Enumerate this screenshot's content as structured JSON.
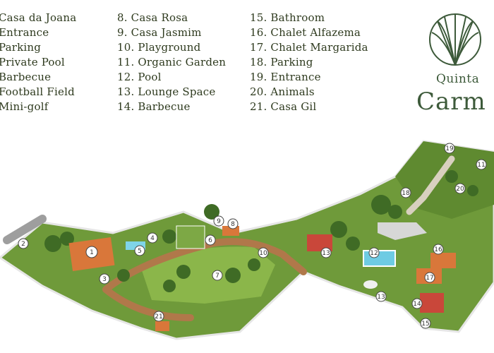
{
  "legend": {
    "col1": [
      "Casa da Joana",
      "Entrance",
      "Parking",
      "Private Pool",
      "Barbecue",
      "Football Field",
      "Mini-golf"
    ],
    "col2": [
      "8. Casa Rosa",
      "9. Casa Jasmim",
      "10. Playground",
      "11. Organic Garden",
      "12. Pool",
      "13. Lounge Space",
      "14. Barbecue"
    ],
    "col3": [
      "15. Bathroom",
      "16. Chalet Alfazema",
      "17. Chalet Margarida",
      "18. Parking",
      "19. Entrance",
      "20. Animals",
      "21. Casa Gil"
    ]
  },
  "brand": {
    "line1": "Quinta",
    "line2": "Carm"
  },
  "markers": [
    "1",
    "2",
    "3",
    "4",
    "5",
    "6",
    "7",
    "8",
    "9",
    "10",
    "11",
    "12",
    "13",
    "13",
    "14",
    "15",
    "16",
    "17",
    "18",
    "19",
    "20",
    "21"
  ],
  "colors": {
    "grass": "#6f9a3a",
    "path": "#b0784a",
    "roof": "#d9773a",
    "text": "#2e3a1e",
    "brand": "#3d5a3a"
  }
}
